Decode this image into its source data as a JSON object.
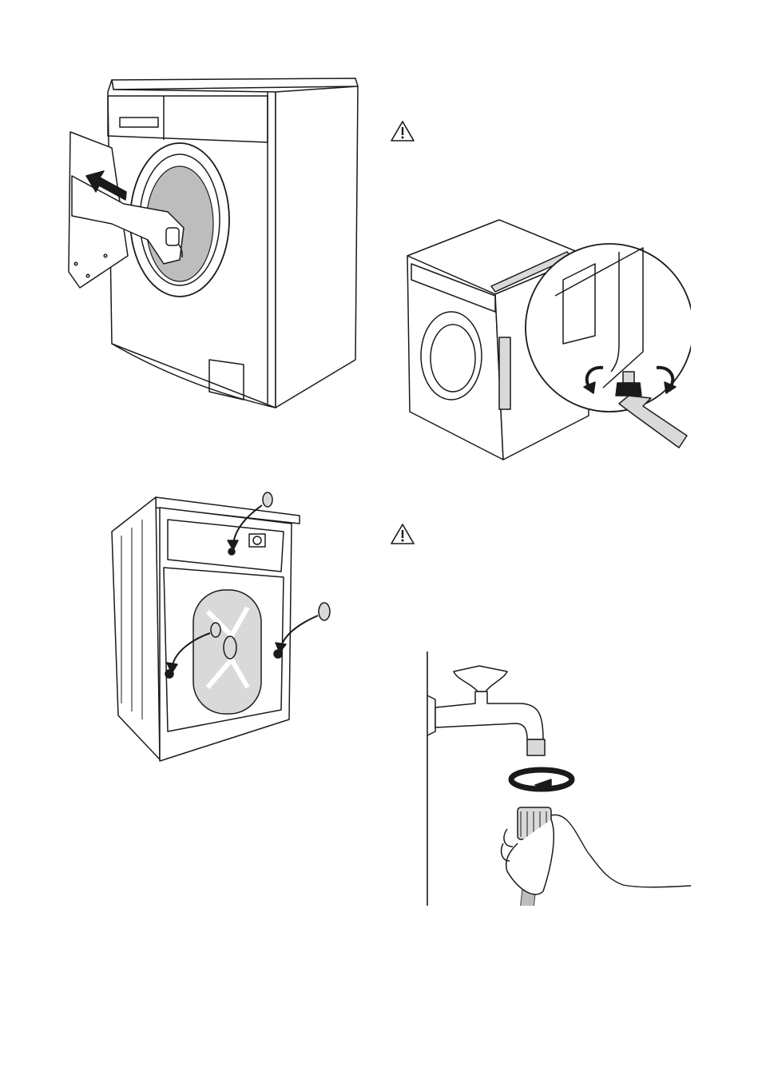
{
  "page": {
    "background": "#ffffff",
    "ink": "#1a1a1a",
    "drum_grey": "#bdbdbd",
    "panel_grey": "#d9d9d9"
  },
  "figures": [
    {
      "name": "remove-transit-bolt",
      "icon": "arrow-icon"
    },
    {
      "name": "insert-plastic-caps",
      "icon": "cap-icon"
    },
    {
      "name": "level-adjust-feet",
      "icon": "rotate-icon"
    },
    {
      "name": "connect-inlet-hose",
      "icon": "rotate-icon"
    }
  ],
  "warnings": [
    {
      "icon": "warning-triangle-icon"
    },
    {
      "icon": "warning-triangle-icon"
    }
  ]
}
